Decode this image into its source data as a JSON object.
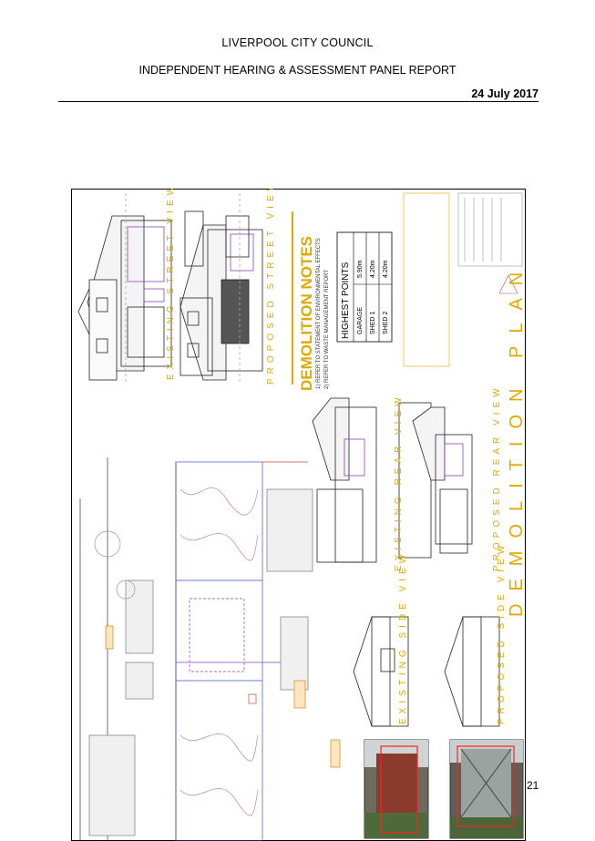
{
  "header": {
    "council": "LIVERPOOL CITY COUNCIL",
    "panel": "INDEPENDENT HEARING & ASSESSMENT PANEL REPORT",
    "date": "24 July 2017"
  },
  "page_number": "21",
  "drawing": {
    "existing_street": "EXISTING STREET VIEW ELEVATION",
    "proposed_street": "PROPOSED STREET VIEW ELEVATION",
    "demolition_notes_title": "DEMOLITION NOTES",
    "notes": [
      "1) REFER TO STATEMENT OF ENVIRONMENTAL EFFECTS",
      "2) REFER TO WASTE MANAGEMENT REPORT"
    ],
    "highest_points": {
      "title": "HIGHEST POINTS",
      "rows": [
        {
          "label": "GARAGE",
          "value": "5.90m"
        },
        {
          "label": "SHED 1",
          "value": "4.20m"
        },
        {
          "label": "SHED 2",
          "value": "4.20m"
        }
      ]
    },
    "existing_rear": "EXISTING REAR VIEW",
    "proposed_rear": "PROPOSED REAR VIEW",
    "existing_side": "EXISTING SIDE VIEW",
    "proposed_side": "PROPOSED SIDE VIEW",
    "plan_title": "DEMOLITION PLAN"
  }
}
